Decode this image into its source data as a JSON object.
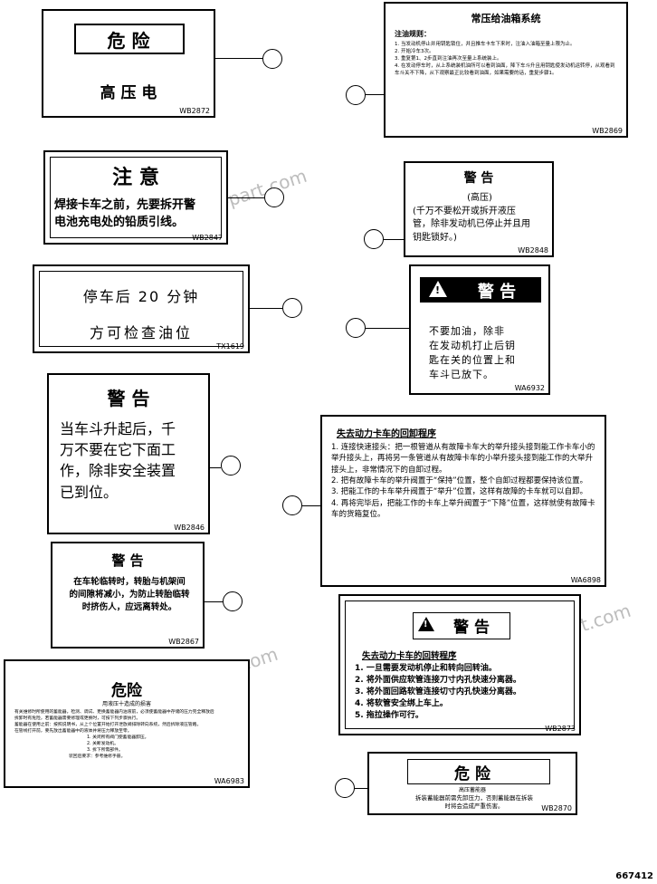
{
  "figure_code": "667412",
  "watermark": "k-part.com",
  "labels": {
    "l1": {
      "title": "危 险",
      "body": "高 压 电",
      "code": "WB2872"
    },
    "l2": {
      "title": "常压给油箱系统",
      "subtitle": "注油规则：",
      "lines": [
        "1. 当发动机停止并用钥匙锁住，并且推车卡车下来时，注油入油箱至量上限为止。",
        "2. 开始冷车3次。",
        "3. 重复第1、2步直到注油再次至量上系统装上。",
        "4. 在发动停车时，从上系统装机油所可以看到油面，降下车斗升且用钥匙使发动机运转停，从观看到车斗关不下降，从下观察最正比较看到油面，如果需要的话，重复步骤1。"
      ],
      "code": "WB2869"
    },
    "l3": {
      "title": "注 意",
      "lines": [
        "焊接卡车之前，先要拆开警",
        "电池充电处的铅质引线。"
      ],
      "code": "WB2847"
    },
    "l4": {
      "title": "警 告",
      "lines": [
        "(高压)",
        "(千万不要松开或拆开液压",
        "管，除非发动机已停止并且用",
        "钥匙锁好。)"
      ],
      "code": "WB2848"
    },
    "l5": {
      "lines": [
        "停车后 20 分钟",
        "方可检查油位"
      ],
      "code": "TX1619"
    },
    "l6": {
      "title": "警 告",
      "lines": [
        "不要加油，除非",
        "在发动机打止后钥",
        "匙在关的位置上和",
        "车斗已放下。"
      ],
      "code": "WA6932"
    },
    "l7": {
      "title": "警 告",
      "lines": [
        "当车斗升起后，千",
        "万不要在它下面工",
        "作，除非安全装置",
        "已到位。"
      ],
      "code": "WB2846"
    },
    "l8": {
      "title": "失去动力卡车的回卸程序",
      "lines": [
        "1. 连接快速接头：把一根管道从有故障卡车大的举升接头接到能工作卡车小的举升接头上，再将另一条管道从有故障卡车的小举升接头接到能工作的大举升接头上，非常情况下的自卸过程。",
        "2. 把有故障卡车的举升阀置于“保持”位置，整个自卸过程都要保持该位置。",
        "3. 把能工作的卡车举升阀置于“举升”位置，这样有故障的卡车就可以自卸。",
        "4. 再将完毕后，把能工作的卡车上举升阀置于“下降”位置，这样就使有故障卡车的货箱复位。"
      ],
      "code": "WA6898"
    },
    "l9": {
      "title": "警 告",
      "lines": [
        "在车轮临转时，转胎与机架间",
        "的间隙将减小，为防止转胎临转",
        "时挤伤人，应远离转处。"
      ],
      "code": "WB2867"
    },
    "l10": {
      "title": "警 告",
      "subtitle": "失去动力卡车的回转程序",
      "lines": [
        "1. 一旦需要发动机停止和转向回转油。",
        "2. 将外面供应软管连接刀寸内孔快速分离器。",
        "3. 将外面回路软管连接切寸内孔快速分离器。",
        "4. 将软管安全绑上车上。",
        "5. 拖拉操作可行。"
      ],
      "code": "WB2873"
    },
    "l11": {
      "title": "危险",
      "subtitle": "用液压十造成的损害",
      "lines": [
        "有关维修时所使用的蓄能器，检测、调试、更换蓄能器内油液前，必须使蓄能器中存储的压力完全释放后",
        "拆卸时有危险，若蓄能器需要修理或更换时，可按下列步骤执行。",
        "蓄能器在使用之前：按照说明书，从上个位置开始打开泄放阀排除转向系统，然后拆除液压管路。",
        "在管线打开前，要先放出蓄能器中的液体并将压力释放至零。",
        "1. 关闭所有阀门使蓄能器卸压。",
        "2. 关断发动机。",
        "3. 拆下所需部件。",
        "装回后要求：参考维修手册。"
      ],
      "code": "WA6983"
    },
    "l12": {
      "title": "危 险",
      "subtitle": "高压蓄能器",
      "lines": [
        "拆装蓄能器前需先卸压力，否则蓄能器在拆装",
        "时将会造成严重伤害。"
      ],
      "code": "WB2870"
    }
  }
}
